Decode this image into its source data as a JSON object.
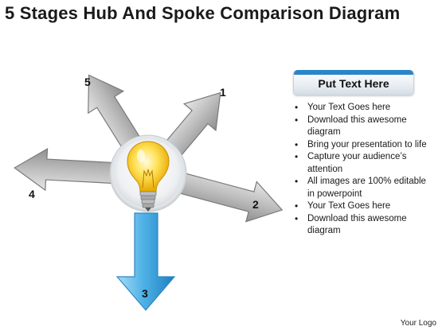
{
  "title": "5 Stages Hub And Spoke Comparison Diagram",
  "diagram": {
    "stages": [
      "1",
      "2",
      "3",
      "4",
      "5"
    ],
    "highlight_color": "#4fb2e6",
    "arrow_color": "#b7b7b7",
    "hub_icon": "light-bulb-icon"
  },
  "panel": {
    "header": "Put Text Here",
    "bullets": [
      "Your Text Goes here",
      "Download this awesome diagram",
      "Bring your presentation to life",
      "Capture your audience’s attention",
      "All images are 100% editable in powerpoint",
      "Your Text Goes here",
      "Download this awesome diagram"
    ]
  },
  "footer": {
    "logo": "Your Logo"
  }
}
